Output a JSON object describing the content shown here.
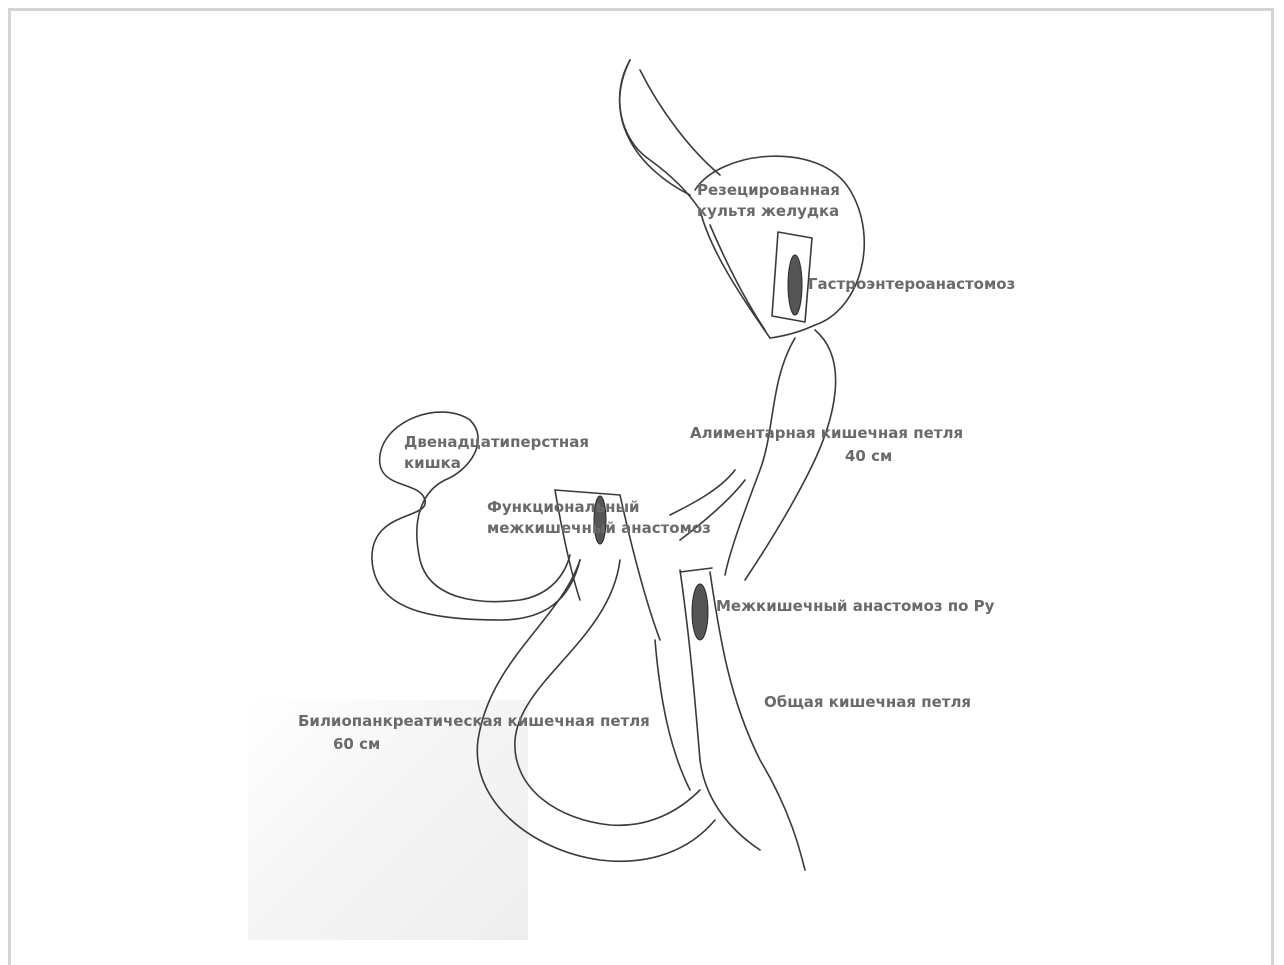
{
  "labels": {
    "stomach_stump": "Резецированная\nкультя желудка",
    "gastroenteroanastomosis": "Гастроэнтероанастомоз",
    "alimentary_loop": "Алиментарная кишечная петля",
    "alimentary_length": "40 см",
    "duodenum": "Двенадцатиперстная\nкишка",
    "functional_anastomosis": "Функциональный\nмежкишечный анастомоз",
    "roux_anastomosis": "Межкишечный анастомоз по Ру",
    "common_loop": "Общая кишечная петля",
    "biliopancreatic_loop": "Билиопанкреатическая кишечная петля",
    "biliopancreatic_length": "60 см"
  },
  "colors": {
    "ink": "#3a3a3a",
    "label": "#6a6a6a",
    "frame": "#d4d4d4",
    "anastomosis_fill": "#555555"
  }
}
